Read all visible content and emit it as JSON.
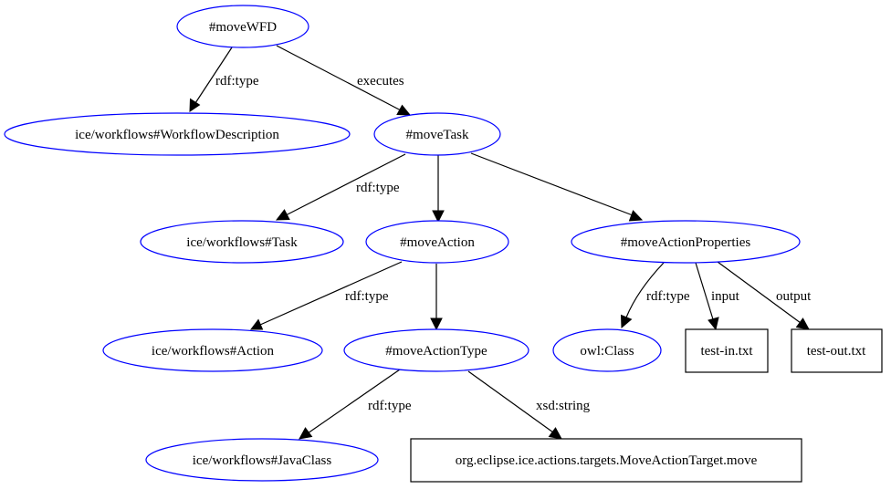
{
  "nodes": {
    "moveWFD": "#moveWFD",
    "workflowDescription": "ice/workflows#WorkflowDescription",
    "moveTask": "#moveTask",
    "task": "ice/workflows#Task",
    "moveAction": "#moveAction",
    "moveActionProperties": "#moveActionProperties",
    "action": "ice/workflows#Action",
    "moveActionType": "#moveActionType",
    "owlClass": "owl:Class",
    "testIn": "test-in.txt",
    "testOut": "test-out.txt",
    "javaClass": "ice/workflows#JavaClass",
    "moveTarget": "org.eclipse.ice.actions.targets.MoveActionTarget.move"
  },
  "edges": {
    "wfdType": "rdf:type",
    "wfdExecutes": "executes",
    "taskType": "rdf:type",
    "actionType": "rdf:type",
    "propsType": "rdf:type",
    "propsInput": "input",
    "propsOutput": "output",
    "actionTypeType": "rdf:type",
    "actionTypeString": "xsd:string"
  },
  "colors": {
    "resource_stroke": "#0000ff",
    "literal_stroke": "#000000",
    "edge": "#000000"
  }
}
